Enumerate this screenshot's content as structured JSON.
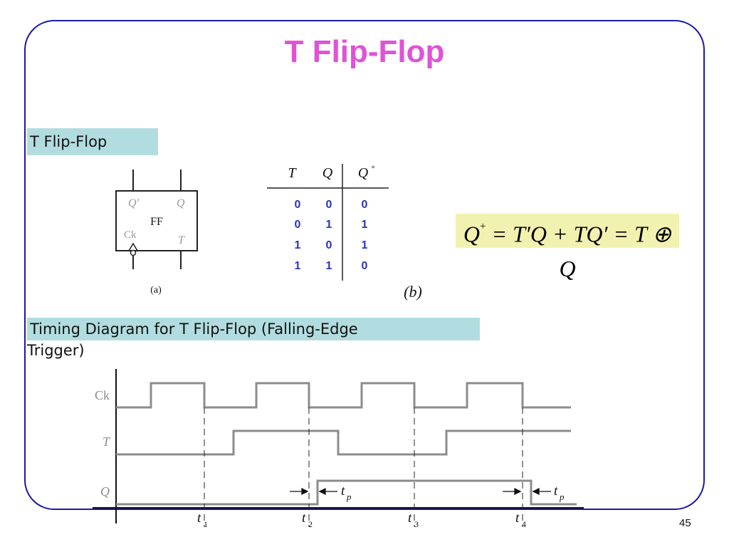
{
  "slide": {
    "title": "T Flip-Flop",
    "page_number": "45"
  },
  "section1": {
    "heading": "T Flip-Flop"
  },
  "ff_symbol": {
    "center_label": "FF",
    "q_prime_label": "Q′",
    "q_label": "Q",
    "ck_label": "Ck",
    "t_label": "T",
    "caption": "(a)"
  },
  "truth_table": {
    "headers": [
      "T",
      "Q",
      "Q"
    ],
    "header_sup": "+",
    "rows": [
      [
        "0",
        "0",
        "0"
      ],
      [
        "0",
        "1",
        "1"
      ],
      [
        "1",
        "0",
        "1"
      ],
      [
        "1",
        "1",
        "0"
      ]
    ],
    "caption": "(b)",
    "value_color": "#2b35b5"
  },
  "equation": {
    "lhs": "Q",
    "lhs_sup": "+",
    "rhs": "= T′Q + TQ′ = T ⊕ Q"
  },
  "section2": {
    "heading_line1": "Timing Diagram for T Flip-Flop (Falling-Edge",
    "heading_line2": "Trigger)"
  },
  "timing": {
    "signals": [
      "Ck",
      "T",
      "Q"
    ],
    "time_labels": [
      "t",
      "t",
      "t",
      "t"
    ],
    "time_subs": [
      "1",
      "2",
      "3",
      "4"
    ],
    "delay_label": "t",
    "delay_sub": "p"
  },
  "colors": {
    "title": "#e052d8",
    "frame": "#1a1aa0",
    "heading_bg": "#b2dde0",
    "formula_bg": "#f2f2b0",
    "waveform": "#8c8c8c"
  }
}
